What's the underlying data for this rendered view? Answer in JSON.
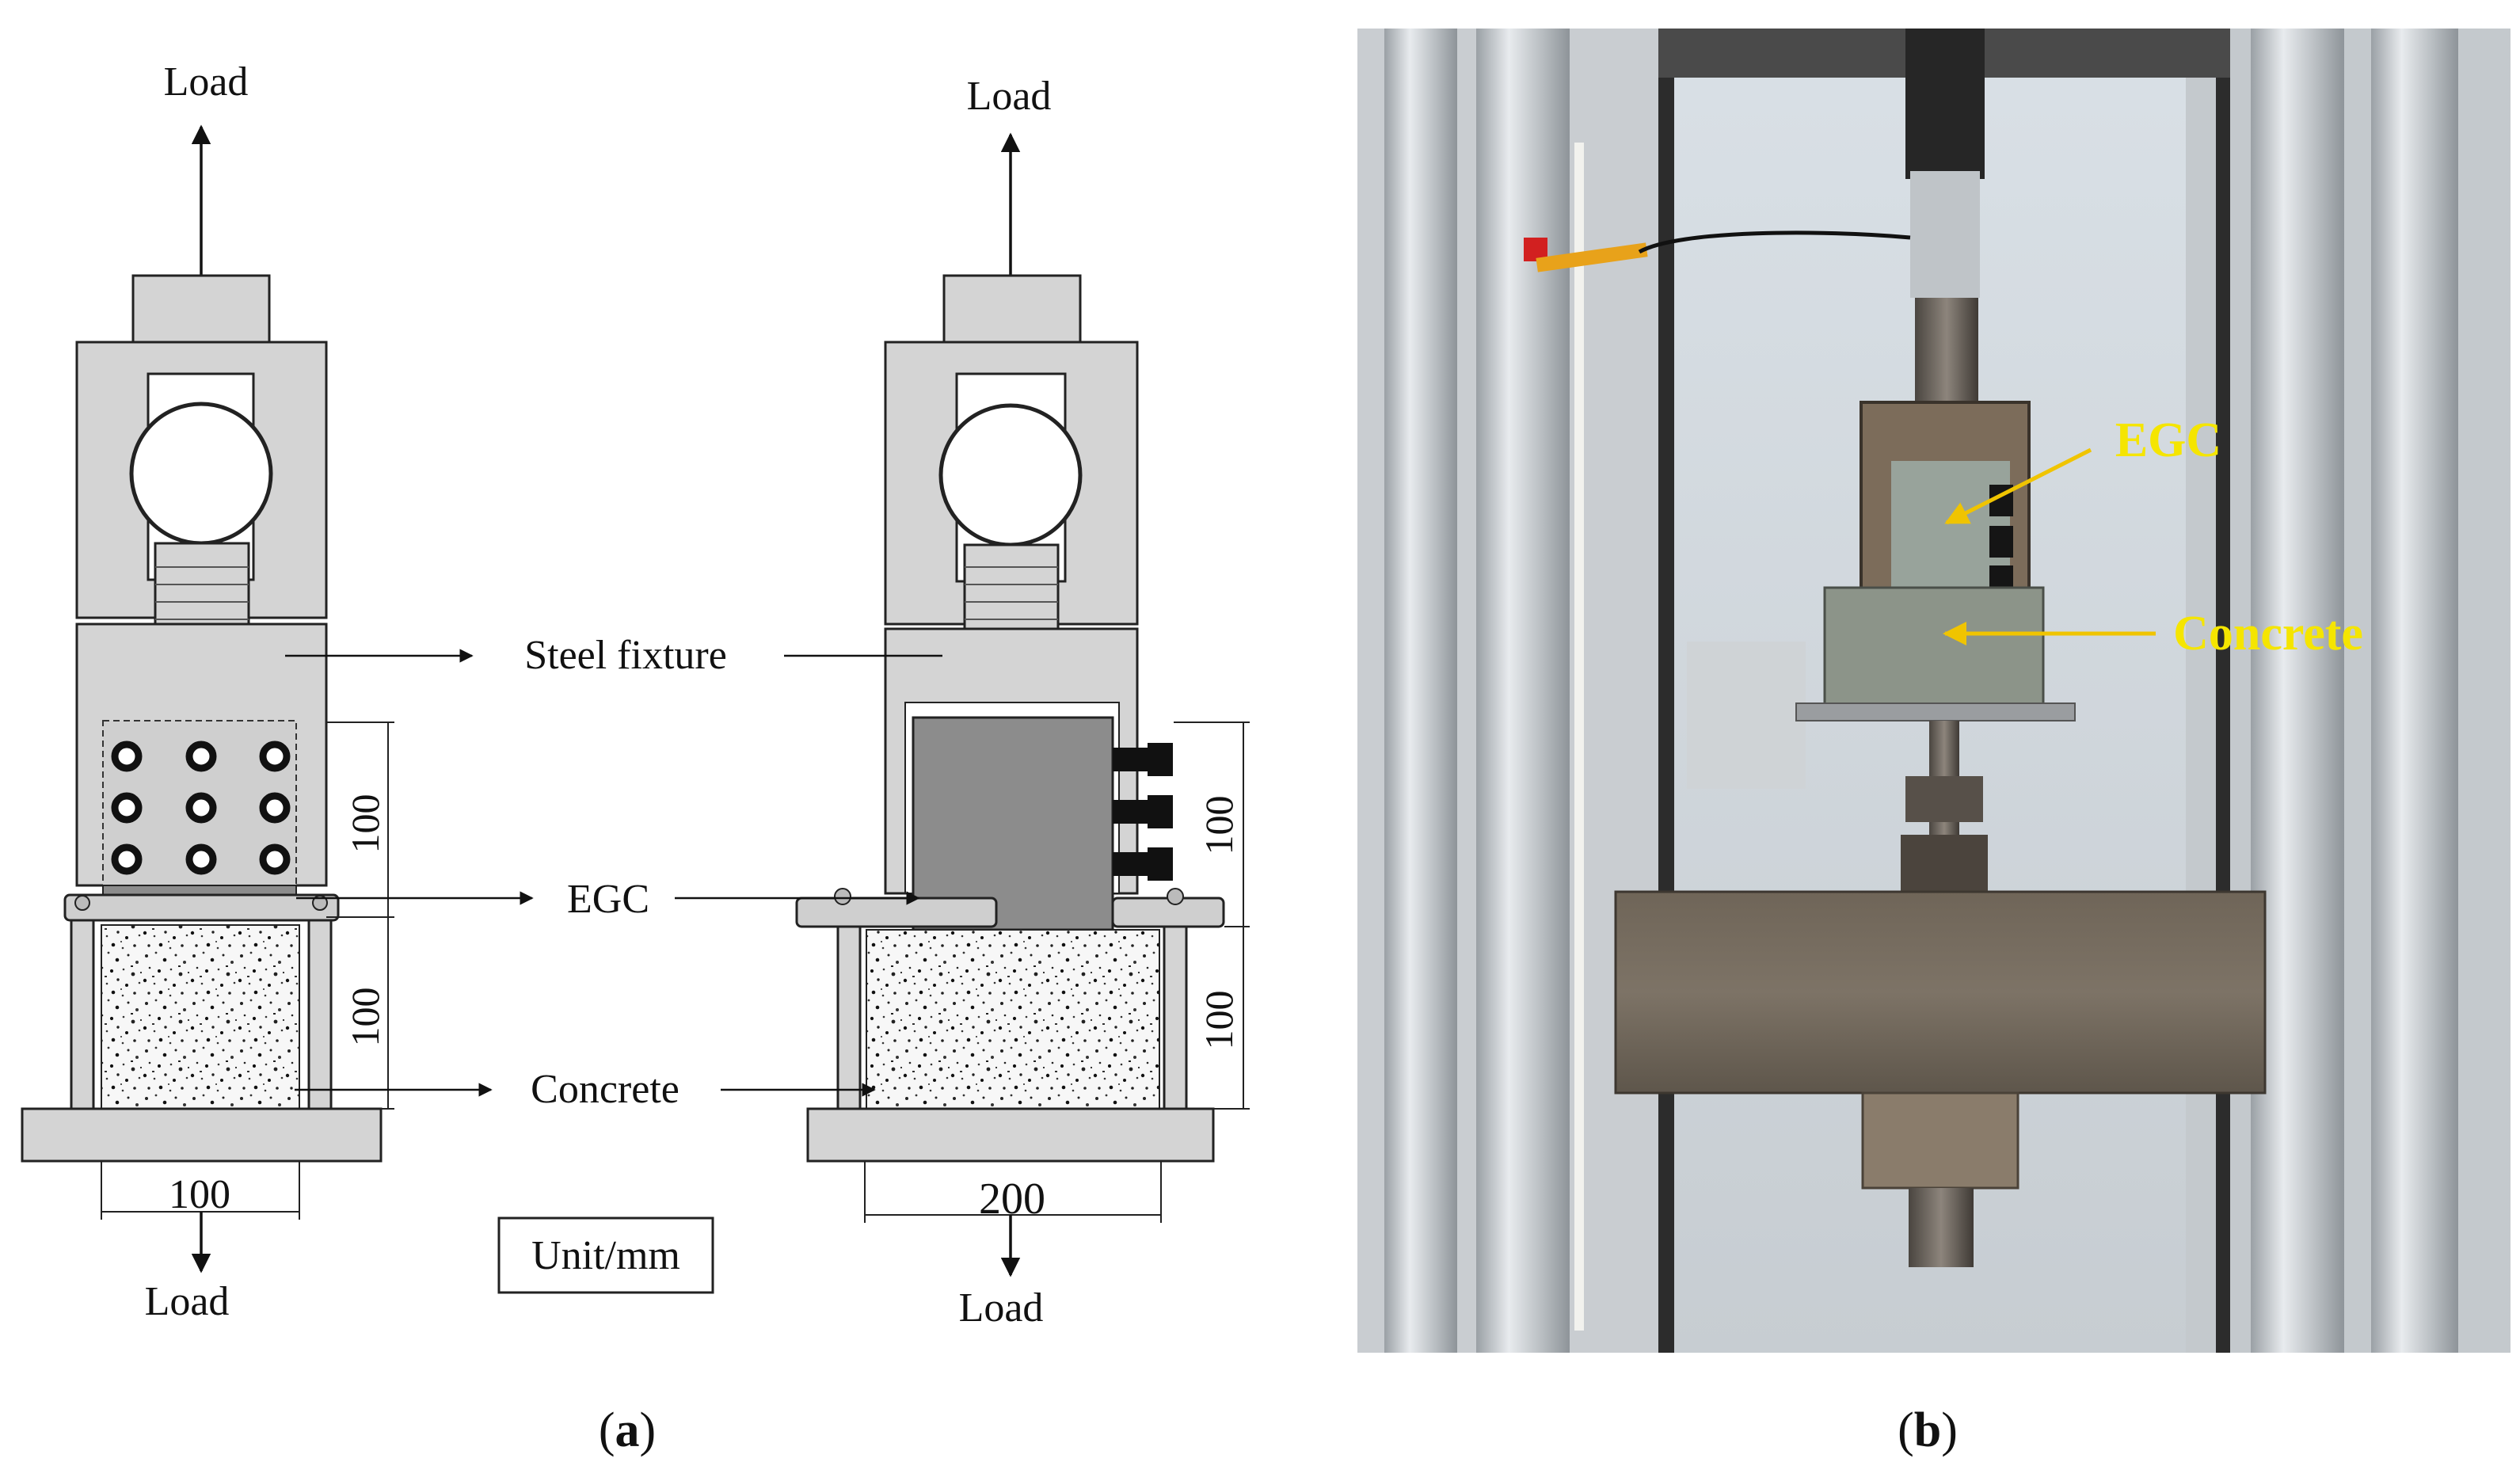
{
  "panel_a": {
    "left_specimen": {
      "top_load": "Load",
      "bottom_load": "Load",
      "dim_upper": "100",
      "dim_lower": "100",
      "dim_width": "100"
    },
    "right_specimen": {
      "top_load": "Load",
      "bottom_load": "Load",
      "dim_upper": "100",
      "dim_lower": "100",
      "dim_width": "200"
    },
    "labels": {
      "steel_fixture": "Steel fixture",
      "egc": "EGC",
      "concrete": "Concrete"
    },
    "unit": "Unit/mm"
  },
  "panel_b": {
    "egc": "EGC",
    "concrete": "Concrete"
  },
  "captions": {
    "a_open": "(",
    "a_letter": "a",
    "a_close": ")",
    "b_open": "(",
    "b_letter": "b",
    "b_close": ")"
  },
  "colors": {
    "fixture_fill": "#d4d4d4",
    "egc_fill": "#8c8c8c",
    "photo_label": "#f5e500",
    "photo_arrow": "#f0c400"
  }
}
